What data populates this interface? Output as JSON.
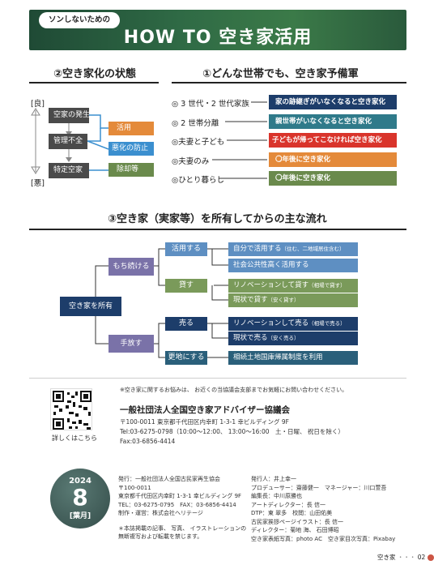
{
  "banner": {
    "tag": "ソンしないための",
    "title": "HOW TO 空き家活用"
  },
  "section2": {
    "title": "②空き家化の状態",
    "good": "[良]",
    "bad": "[悪]",
    "stages": [
      "空家の発生",
      "管理不全",
      "特定空家"
    ],
    "outcomes": [
      "活用",
      "悪化の防止",
      "除却等"
    ]
  },
  "section1": {
    "title": "①どんな世帯でも、空き家予備軍",
    "rows": [
      {
        "label": "◎ 3 世代・2 世代家族",
        "bar": "家の跡継ぎがいなくなると空き家化"
      },
      {
        "label": "◎ 2 世帯分離",
        "bar": "親世帯がいなくなると空き家化"
      },
      {
        "label": "◎夫妻と子ども",
        "bar": "子どもが帰ってこなければ空き家化"
      },
      {
        "label": "◎夫妻のみ",
        "bar": "〇年後に空き家化"
      },
      {
        "label": "◎ひとり暮らし",
        "bar": "〇年後に空き家化"
      }
    ]
  },
  "section3": {
    "title": "③空き家（実家等）を所有してからの主な流れ",
    "root": "空き家を所有",
    "keep": "もち続ける",
    "release": "手放す",
    "use": "活用する",
    "lend": "貸す",
    "sell": "売る",
    "vacant": "更地にする",
    "items": {
      "self_use": "自分で活用する",
      "self_use_note": "（住む、二地域居住含む）",
      "public": "社会公共性高く活用する",
      "renov_lend": "リノベーションして貸す",
      "renov_lend_note": "（相場で貸す）",
      "asis_lend": "現状で貸す",
      "asis_lend_note": "（安く貸す）",
      "renov_sell": "リノベーションして売る",
      "renov_sell_note": "（相場で売る）",
      "asis_sell": "現状で売る",
      "asis_sell_note": "（安く売る）",
      "national": "相続土地国庫帰属制度を利用"
    }
  },
  "contact": {
    "note": "※空き家に関するお悩みは、 お近くの当協議会支部までお気軽にお問い合わせください。",
    "qr_caption": "詳しくはこちら",
    "org": "一般社団法人全国空き家アドバイザー協議会",
    "address": "〒100-0011 東京都千代田区内幸町 1-3-1 幸ビルディング 9F",
    "tel": "Tel:03-6275-0798（10:00〜12:00、 13:00〜16:00　土・日曜、 祝日を除く）",
    "fax": "Fax:03-6856-4414"
  },
  "issue": {
    "year": "2024",
    "month": "8",
    "season": "[葉月]"
  },
  "colophon": {
    "left": [
      "発行：一般社団法人全国古民家再生協会",
      "〒100-0011",
      "東京都千代田区内幸町 1-3-1 幸ビルディング 9F",
      "TEL：03-6275-0795　FAX：03-6856-4414",
      "制作・運営：株式会社ヘリテージ"
    ],
    "notice": [
      "＊本誌掲載の記事、 写真、 イラストレーションの",
      "無断複写および転載を禁じます。"
    ],
    "right": [
      "発行人：井上幸一",
      "プロデューサー：齋藤健一　マネージャー：川口萱吾",
      "編集長：中川原勝也",
      "アートディレクター：長 信一",
      "DTP：東 翠多　校閲：山田佑美",
      "古民家挨拶ページイラスト：長 信一",
      "ディレクター：菊地 海、 石田博昭",
      "空き家表紙写真：photo AC　空き家目次写真：Pixabay"
    ]
  },
  "footer": {
    "magazine": "空き家",
    "page": "02"
  },
  "colors": {
    "navy": "#1d3d6a",
    "teal": "#2f7a8a",
    "orange": "#e48a3a",
    "olive": "#6a8a4c",
    "purple": "#7a72a8",
    "lightblue": "#5e8fc2",
    "green": "#7a9a5a",
    "darkteal": "#2a5f7a"
  }
}
